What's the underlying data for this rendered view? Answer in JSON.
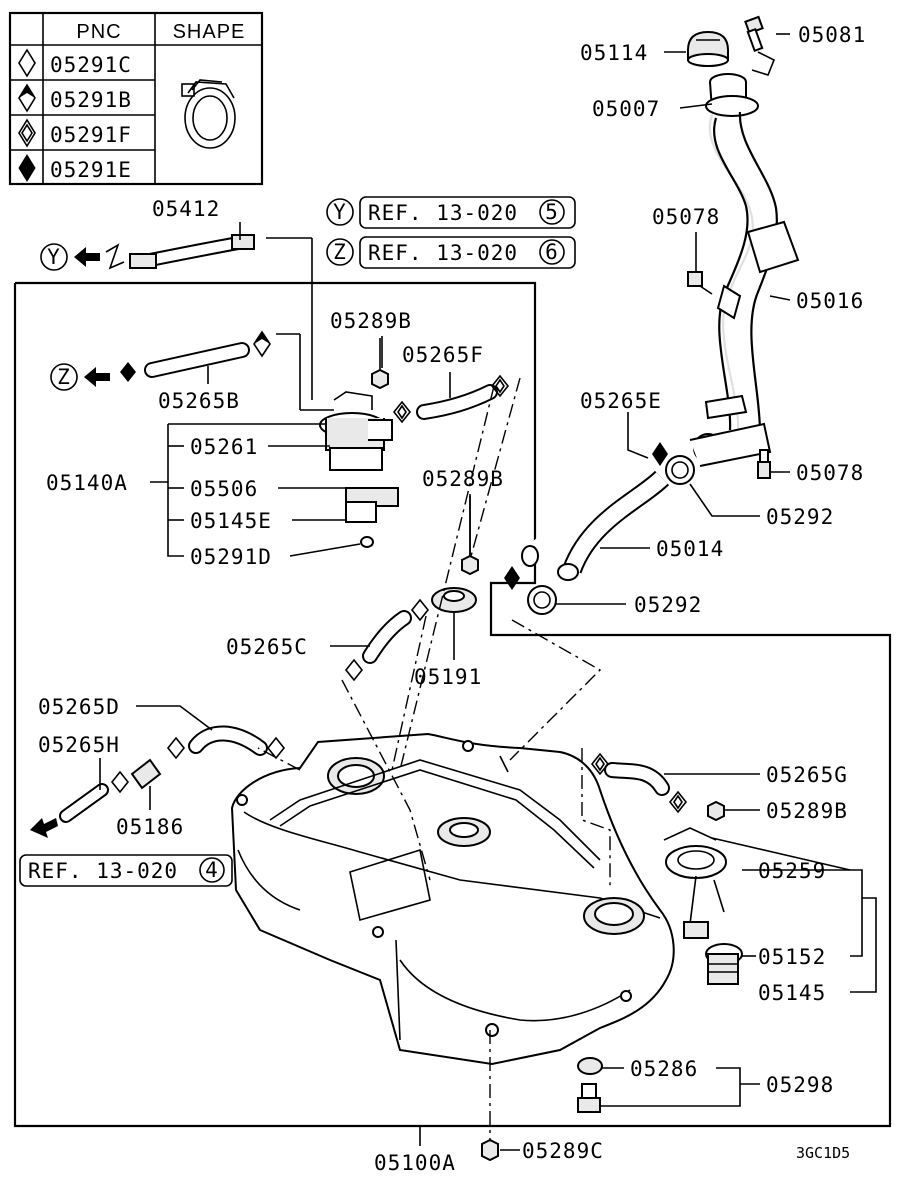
{
  "legend": {
    "col_pnc": "PNC",
    "col_shape": "SHAPE",
    "rows": [
      {
        "code": "05291C",
        "marker": "diamond-outline"
      },
      {
        "code": "05291B",
        "marker": "diamond-half"
      },
      {
        "code": "05291F",
        "marker": "diamond-double"
      },
      {
        "code": "05291E",
        "marker": "diamond-filled"
      }
    ]
  },
  "refs": {
    "y_marker": "Y",
    "z_marker": "Z",
    "ref_y": "REF. 13-020",
    "ref_y_num": "5",
    "ref_z": "REF. 13-020",
    "ref_z_num": "6",
    "ref_bottom": "REF. 13-020",
    "ref_bottom_num": "4"
  },
  "labels": {
    "p05081": "05081",
    "p05114": "05114",
    "p05007": "05007",
    "p05078a": "05078",
    "p05016": "05016",
    "p05265E": "05265E",
    "p05078b": "05078",
    "p05292a": "05292",
    "p05014": "05014",
    "p05292b": "05292",
    "p05412": "05412",
    "p05289B_a": "05289B",
    "p05265F": "05265F",
    "p05265B": "05265B",
    "p05261": "05261",
    "p05140A": "05140A",
    "p05506": "05506",
    "p05145E": "05145E",
    "p05291D": "05291D",
    "p05289B_b": "05289B",
    "p05265C": "05265C",
    "p05191": "05191",
    "p05265D": "05265D",
    "p05265H": "05265H",
    "p05186": "05186",
    "p05265G": "05265G",
    "p05289B_c": "05289B",
    "p05259": "05259",
    "p05152": "05152",
    "p05145": "05145",
    "p05286": "05286",
    "p05298": "05298",
    "p05100A": "05100A",
    "p05289C": "05289C"
  },
  "diagram_code": "3GC1D5"
}
